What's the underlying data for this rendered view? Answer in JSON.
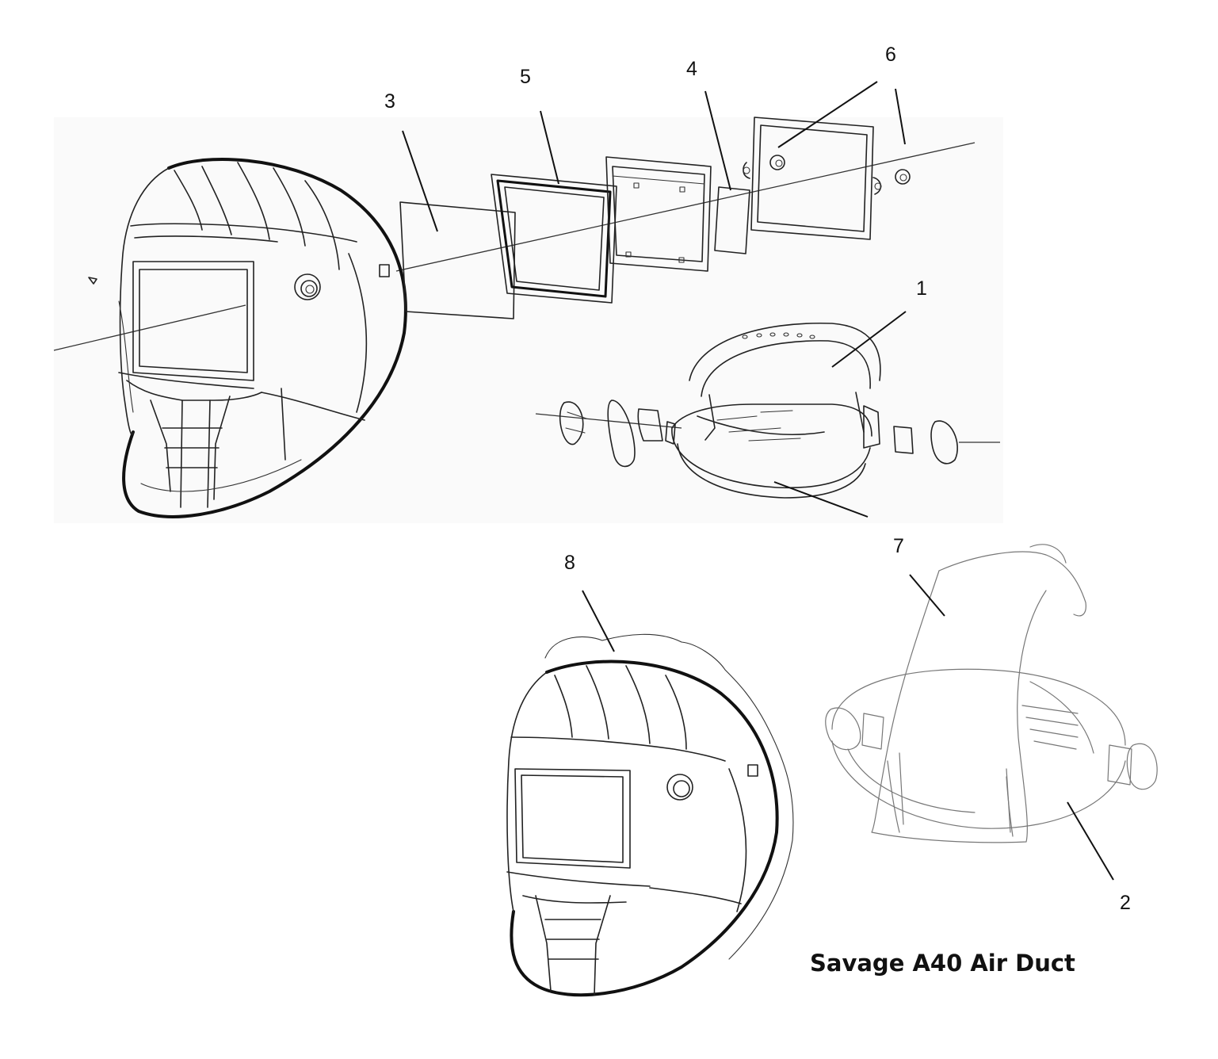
{
  "callouts": [
    {
      "id": "1",
      "text": "1"
    },
    {
      "id": "2",
      "text": "2"
    },
    {
      "id": "3",
      "text": "3"
    },
    {
      "id": "4",
      "text": "4"
    },
    {
      "id": "5",
      "text": "5"
    },
    {
      "id": "6",
      "text": "6"
    },
    {
      "id": "7",
      "text": "7"
    },
    {
      "id": "8",
      "text": "8"
    }
  ],
  "caption": "Savage A40 Air Duct",
  "colors": {
    "line": "#222222",
    "background": "#ffffff"
  }
}
